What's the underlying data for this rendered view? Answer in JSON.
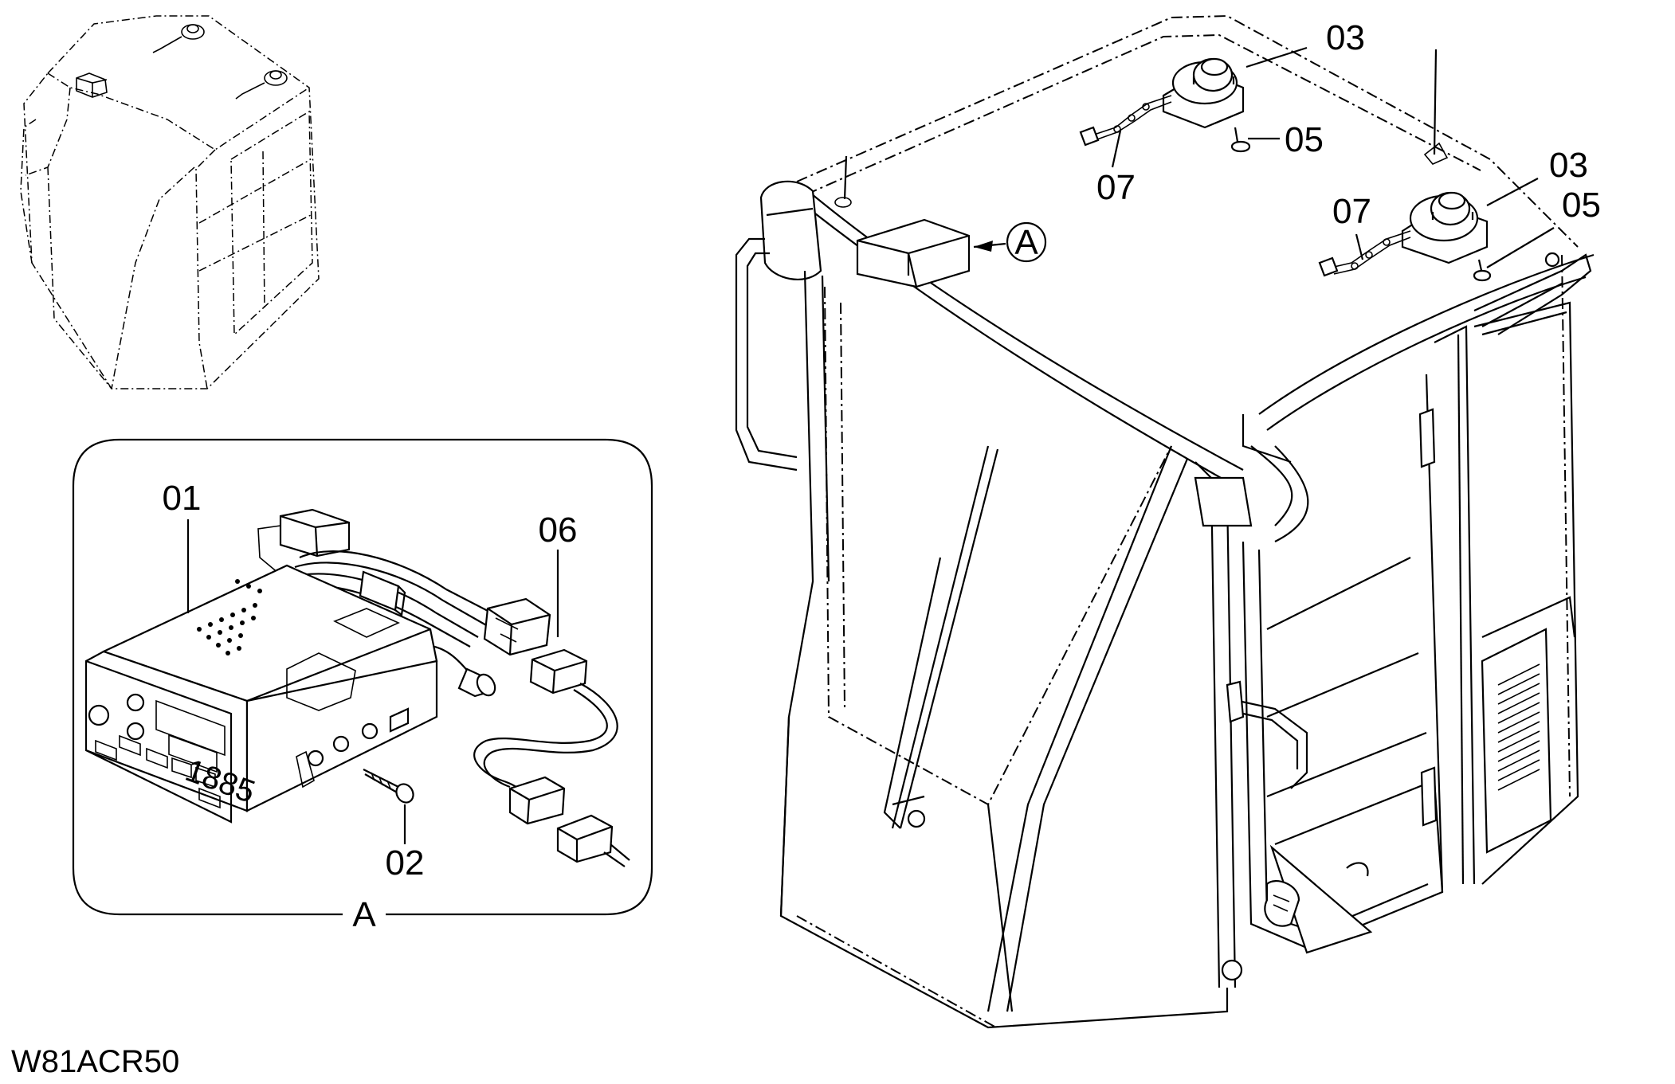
{
  "drawing": {
    "code": "W81ACR50",
    "detail_view": {
      "letter": "A"
    },
    "callouts": {
      "radio_unit": "01",
      "screw": "02",
      "speaker_left": "03",
      "speaker_right": "03",
      "speaker_screw_left": "05",
      "speaker_screw_right": "05",
      "harness_connector": "06",
      "speaker_lead_left": "07",
      "speaker_lead_right": "07",
      "view_marker": "A"
    },
    "radio_display": "1885"
  }
}
